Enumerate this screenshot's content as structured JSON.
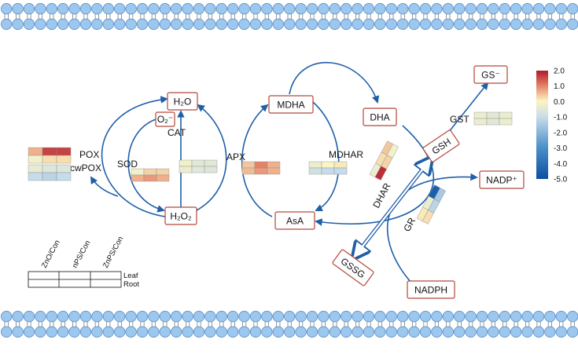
{
  "colors": {
    "arrow": "#1f5fa8",
    "box_border": "#b5473a",
    "lipid_head": "#9cc7ee",
    "lipid_head_stroke": "#4f86bf",
    "lipid_tail": "#888888",
    "scale_max": "#b2182b",
    "scale_mid": "#fbf5c2",
    "scale_min": "#2166ac"
  },
  "nodes": {
    "h2o": "H₂O",
    "o2": "O₂⁻",
    "h2o2": "H₂O₂",
    "mdha": "MDHA",
    "dha": "DHA",
    "asa": "AsA",
    "gsh": "GSH",
    "gs": "GS⁻",
    "nadp": "NADP⁺",
    "gssg": "GSSG",
    "nadph": "NADPH"
  },
  "enzymes": {
    "pox": "POX",
    "cwpox": "cwPOX",
    "sod": "SOD",
    "cat": "CAT",
    "apx": "APX",
    "mdhar": "MDHAR",
    "dhar": "DHAR",
    "gst": "GST",
    "gr": "GR"
  },
  "legend_grid": {
    "columns": [
      "ZnO/Con",
      "nPS/Con",
      "ZnPS/Con"
    ],
    "rows": [
      "Leaf",
      "Root"
    ]
  },
  "color_scale": {
    "ticks": [
      "2.0",
      "1.0",
      "0.0",
      "-1.0",
      "-2.0",
      "-3.0",
      "-4.0",
      "-5.0"
    ],
    "min": -5.0,
    "max": 2.0
  },
  "heatmaps": {
    "pox": [
      [
        0.6,
        1.6,
        1.6
      ],
      [
        -0.2,
        0.2,
        0.2
      ]
    ],
    "cwpox": [
      [
        -0.4,
        -0.6,
        -0.6
      ],
      [
        -1.0,
        -1.2,
        -1.0
      ]
    ],
    "sod": [
      [
        -0.2,
        0.3,
        0.3
      ],
      [
        0.6,
        0.8,
        0.6
      ]
    ],
    "cat": [
      [
        -0.2,
        -0.5,
        -0.5
      ],
      [
        -0.3,
        -0.5,
        -0.6
      ]
    ],
    "apx": [
      [
        0.4,
        1.0,
        0.6
      ],
      [
        0.5,
        0.8,
        0.6
      ]
    ],
    "mdhar": [
      [
        -0.3,
        0.0,
        0.1
      ],
      [
        -0.8,
        -1.0,
        -1.0
      ]
    ],
    "dhar": [
      [
        -0.3,
        0.2,
        0.4
      ],
      [
        1.8,
        0.3,
        -0.2
      ]
    ],
    "gst": [
      [
        -0.3,
        -0.5,
        -0.3
      ],
      [
        -0.3,
        -0.5,
        -0.3
      ]
    ],
    "gr": [
      [
        0.1,
        -0.3,
        -4.5
      ],
      [
        0.2,
        -1.2,
        -1.5
      ]
    ]
  }
}
